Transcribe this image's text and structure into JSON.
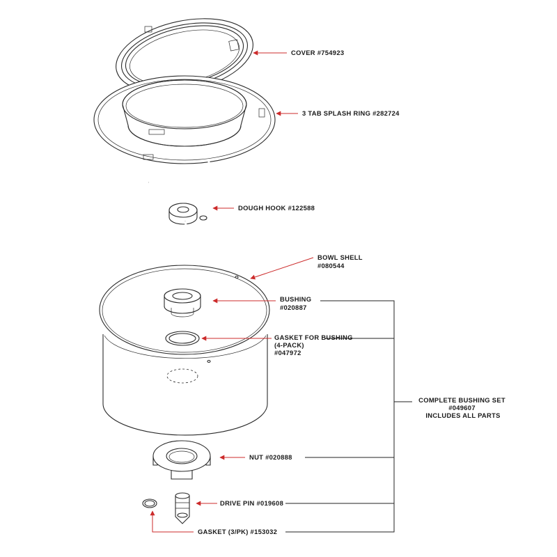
{
  "colors": {
    "leader": "#cc2b2b",
    "ink": "#2a2a2a"
  },
  "labels": {
    "cover": [
      "COVER #754923"
    ],
    "splash_ring": [
      "3 TAB SPLASH RING #282724"
    ],
    "dough_hook": [
      "DOUGH HOOK #122588"
    ],
    "bowl_shell": [
      "BOWL SHELL",
      "#080544"
    ],
    "bushing": [
      "BUSHING",
      "#020887"
    ],
    "gasket_bushing": [
      "GASKET FOR BUSHING",
      "(4-PACK)",
      "#047972"
    ],
    "nut": [
      "NUT #020888"
    ],
    "drive_pin": [
      "DRIVE PIN #019608"
    ],
    "gasket_small": [
      "GASKET  (3/PK) #153032"
    ],
    "bushing_set": [
      "COMPLETE BUSHING SET",
      "#049607",
      "INCLUDES ALL PARTS"
    ]
  }
}
